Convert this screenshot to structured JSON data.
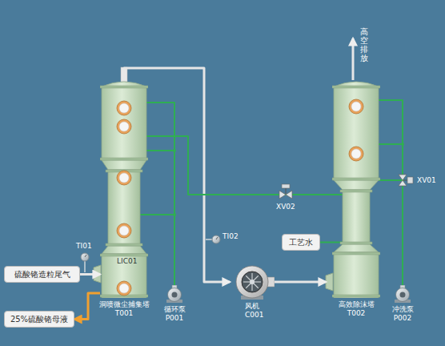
{
  "diagram": {
    "nodes": [
      {
        "text": [
          "硫酸铬造粒尾气"
        ]
      },
      {
        "text": [
          "25%硫酸铬母液"
        ]
      },
      {
        "text": [
          "洞喷微尘捕集塔 T001"
        ]
      },
      {
        "text": [
          "循环泵 P001"
        ]
      },
      {
        "text": [
          "风机 C001"
        ]
      },
      {
        "text": [
          "工艺水"
        ]
      },
      {
        "text": [
          "高效除沫塔 T002"
        ]
      },
      {
        "text": [
          "冲洗泵 P002"
        ]
      }
    ],
    "edges": [
      {
        "from": 0,
        "to": 2,
        "arrow": "to"
      },
      {
        "from": 2,
        "to": 1,
        "arrow": "to"
      },
      {
        "from": 2,
        "to": 4,
        "arrow": "to"
      },
      {
        "from": 4,
        "to": 6,
        "arrow": "to"
      },
      {
        "from": 3,
        "to": 2,
        "arrow": "none"
      },
      {
        "from": 5,
        "to": 6,
        "arrow": "none"
      },
      {
        "from": 7,
        "to": 6,
        "arrow": "none"
      },
      {
        "from": 6,
        "to": 2,
        "arrow": "none"
      }
    ],
    "labels": [
      "高空排放",
      "TI01",
      "LIC01",
      "TI02",
      "XV02",
      "XV01"
    ]
  }
}
